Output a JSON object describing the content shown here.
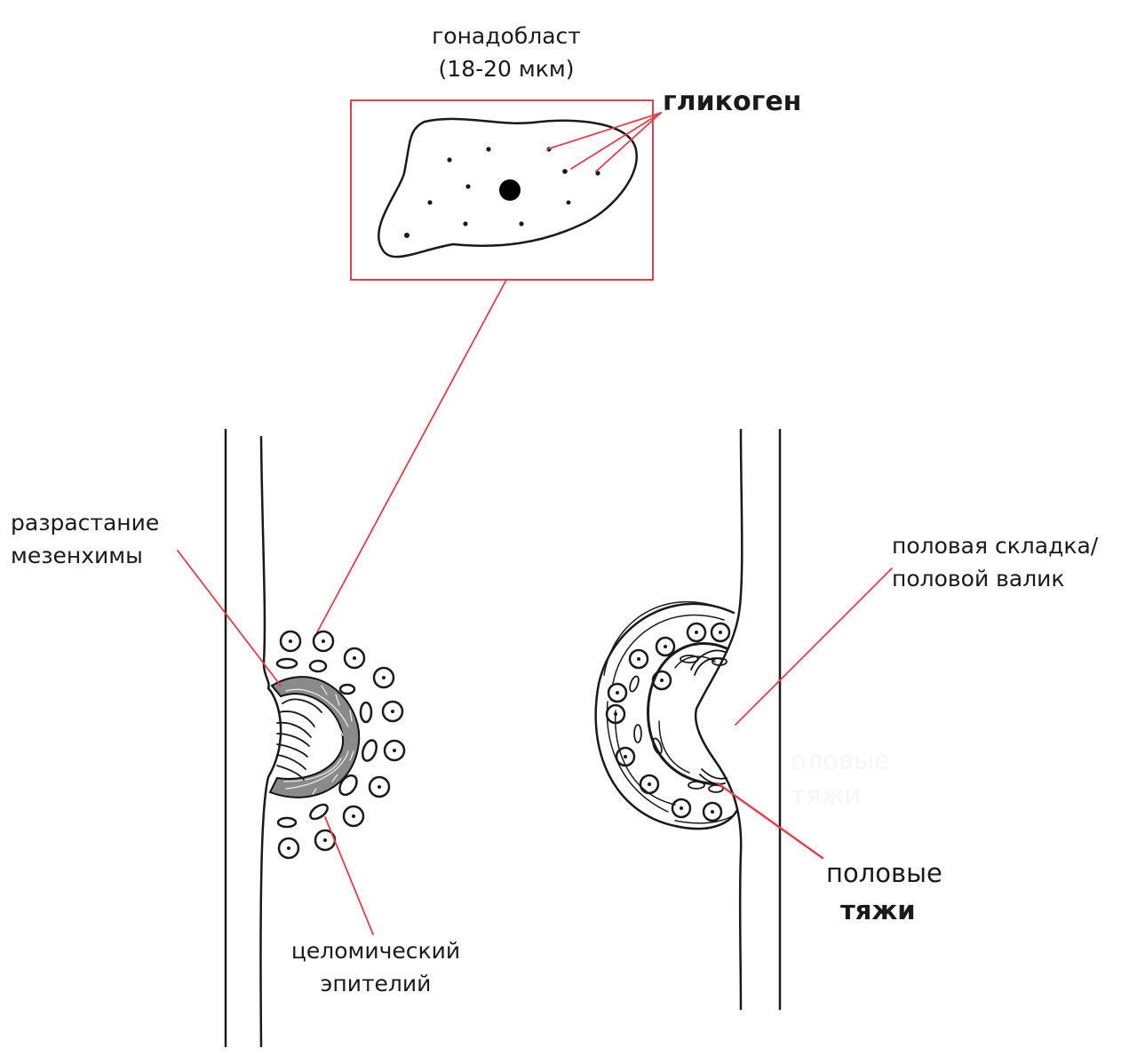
{
  "labels": {
    "gonadoblast": [
      "гонадобласт",
      "(18-20 мкм)"
    ],
    "glycogen": "гликоген",
    "mesenchyme": [
      "разрастание",
      "мезенхимы"
    ],
    "coelomic_epithelium": [
      "целомический",
      "эпителий"
    ],
    "genital_fold": [
      "половая складка/",
      "половой валик"
    ],
    "sex_cords": [
      "половые",
      "тяжи"
    ],
    "sex_cords_faint": [
      "оловые",
      "тяжи"
    ]
  },
  "colors": {
    "outline": "#1a1a1a",
    "pointer": "#e0404a",
    "highlight_box": "#d9434d",
    "background": "#ffffff"
  }
}
